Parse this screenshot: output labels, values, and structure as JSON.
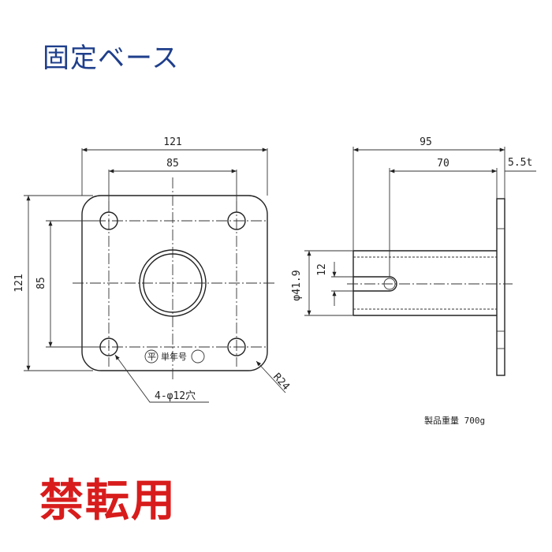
{
  "title": "固定ベース",
  "footer_label": "禁転用",
  "front_view": {
    "dim_overall_width": "121",
    "dim_hole_spacing_x": "85",
    "dim_overall_height": "121",
    "dim_hole_spacing_y": "85",
    "dim_corner_radius": "R24",
    "dim_holes": "4-φ12穴",
    "stamp_text": "単年号"
  },
  "side_view": {
    "dim_total_length": "95",
    "dim_pipe_length": "70",
    "dim_plate_thickness": "5.5t",
    "dim_slot": "12",
    "dim_pipe_diameter": "φ41.9"
  },
  "weight_label": "製品重量 700g",
  "colors": {
    "title": "#1f3f8c",
    "footer": "#d81c1c",
    "lines": "#222222"
  }
}
